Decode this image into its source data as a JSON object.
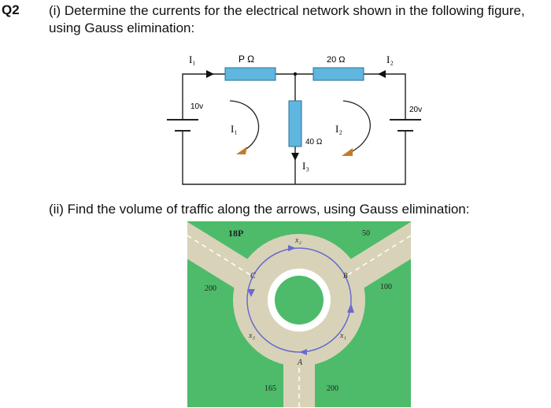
{
  "question": {
    "number": "Q2",
    "part1": "(i) Determine the currents for the electrical network shown in the following figure, using Gauss elimination:",
    "part2": "(ii) Find the volume of traffic along the arrows, using Gauss elimination:"
  },
  "circuit": {
    "current_left": "I₁",
    "resistor_top_left": "P Ω",
    "resistor_top_right": "20 Ω",
    "current_right": "I₂",
    "battery_left": "10v",
    "battery_right": "20v",
    "loop_left": "I₁",
    "loop_right": "I₂",
    "resistor_middle": "40 Ω",
    "current_middle": "I₃",
    "colors": {
      "resistor": "#5fb7e0",
      "loop_arrow": "#c47a2c"
    }
  },
  "traffic": {
    "flow_top_left": "18P",
    "flow_top_right": "50",
    "flow_left": "200",
    "flow_right": "100",
    "flow_bottom_left": "165",
    "flow_bottom_right": "200",
    "var_top": "x₂",
    "var_left": "x₃",
    "var_right": "x₁",
    "node_c": "C",
    "node_b": "B",
    "node_a": "A",
    "colors": {
      "grass": "#4dbb6a",
      "road": "#d8d3b8",
      "arrow": "#6a6ad0"
    }
  }
}
